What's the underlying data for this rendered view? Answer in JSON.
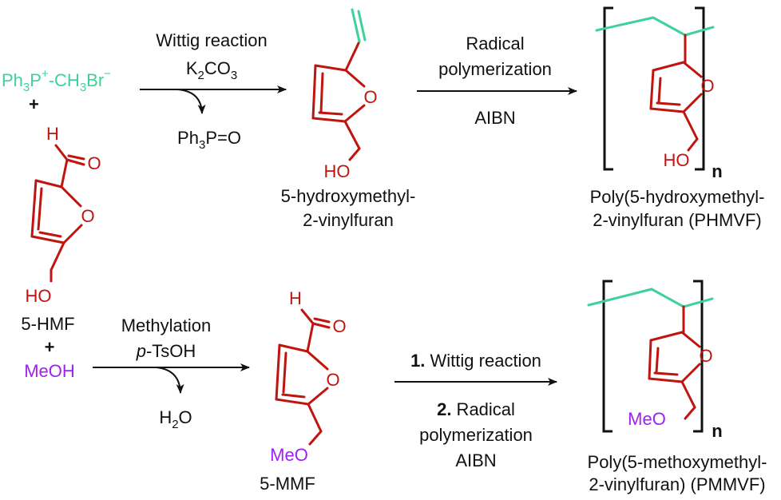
{
  "colors": {
    "red": "#c0150f",
    "green": "#3ed29a",
    "purple": "#a020f0",
    "black": "#111111"
  },
  "reagents": {
    "ylide_main": "Ph",
    "ylide_sub3": "3",
    "ylide_p": "P",
    "ylide_plus": "+",
    "ylide_ch": "-CH",
    "ylide_sub3b": "3",
    "ylide_br": "Br",
    "ylide_minus": "−",
    "plus_top": "+",
    "plus_bottom": "+",
    "meoh": "MeOH"
  },
  "step1": {
    "line1": "Wittig reaction",
    "line2_a": "K",
    "line2_sub2": "2",
    "line2_b": "CO",
    "line2_sub3": "3",
    "byproduct_a": "Ph",
    "byproduct_sub": "3",
    "byproduct_b": "P=O"
  },
  "step2": {
    "line1": "Radical",
    "line2": "polymerization",
    "line3": "AIBN"
  },
  "step3": {
    "line1": "Methylation",
    "line2_italic": "p",
    "line2_rest": "-TsOH",
    "byproduct_a": "H",
    "byproduct_sub": "2",
    "byproduct_b": "O"
  },
  "step4": {
    "num1": "1.",
    "line1": " Wittig reaction",
    "num2": "2.",
    "line2": " Radical",
    "line3": "polymerization",
    "line4": "AIBN"
  },
  "atoms": {
    "O": "O",
    "H": "H",
    "HO": "HO",
    "MeO": "MeO",
    "n": "n"
  },
  "labels": {
    "hmf": "5-HMF",
    "hmvf_line1": "5-hydroxymethyl-",
    "hmvf_line2": "2-vinylfuran",
    "phmvf_line1": "Poly(5-hydroxymethyl-",
    "phmvf_line2": "2-vinylfuran (PHMVF)",
    "mmf": "5-MMF",
    "pmmvf_line1": "Poly(5-methoxymethyl-",
    "pmmvf_line2": "2-vinylfuran) (PMMVF)"
  }
}
